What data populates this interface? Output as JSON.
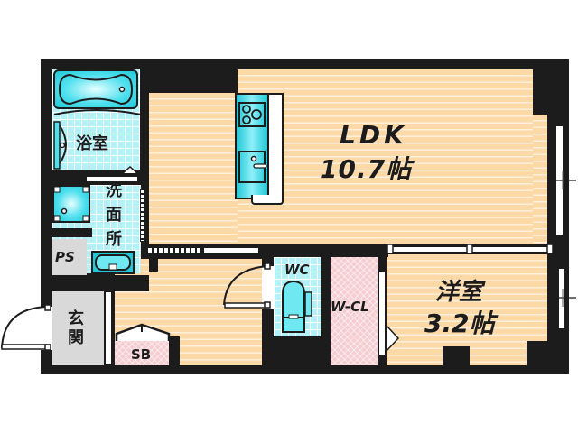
{
  "floor_plan": {
    "rooms": {
      "ldk": {
        "name": "LDK",
        "size": "10.7帖"
      },
      "western_room": {
        "name": "洋室",
        "size": "3.2帖"
      },
      "bathroom": {
        "name": "浴室"
      },
      "washroom": {
        "name_line1": "洗",
        "name_line2": "面",
        "name_line3": "所"
      },
      "entrance": {
        "name_line1": "玄",
        "name_line2": "関"
      },
      "toilet": {
        "name": "WC"
      },
      "walk_in_closet": {
        "name": "W-CL"
      },
      "shoe_box": {
        "name": "SB"
      },
      "pipe_space": {
        "name": "PS"
      }
    },
    "colors": {
      "wall": "#1c1c1c",
      "wood_floor": "#fdd9a8",
      "tile_floor": "#b4f0f8",
      "fixture": "#4fe0ee",
      "closet_floor": "#f6cdd2",
      "entrance_floor": "#d9d9d9"
    }
  }
}
